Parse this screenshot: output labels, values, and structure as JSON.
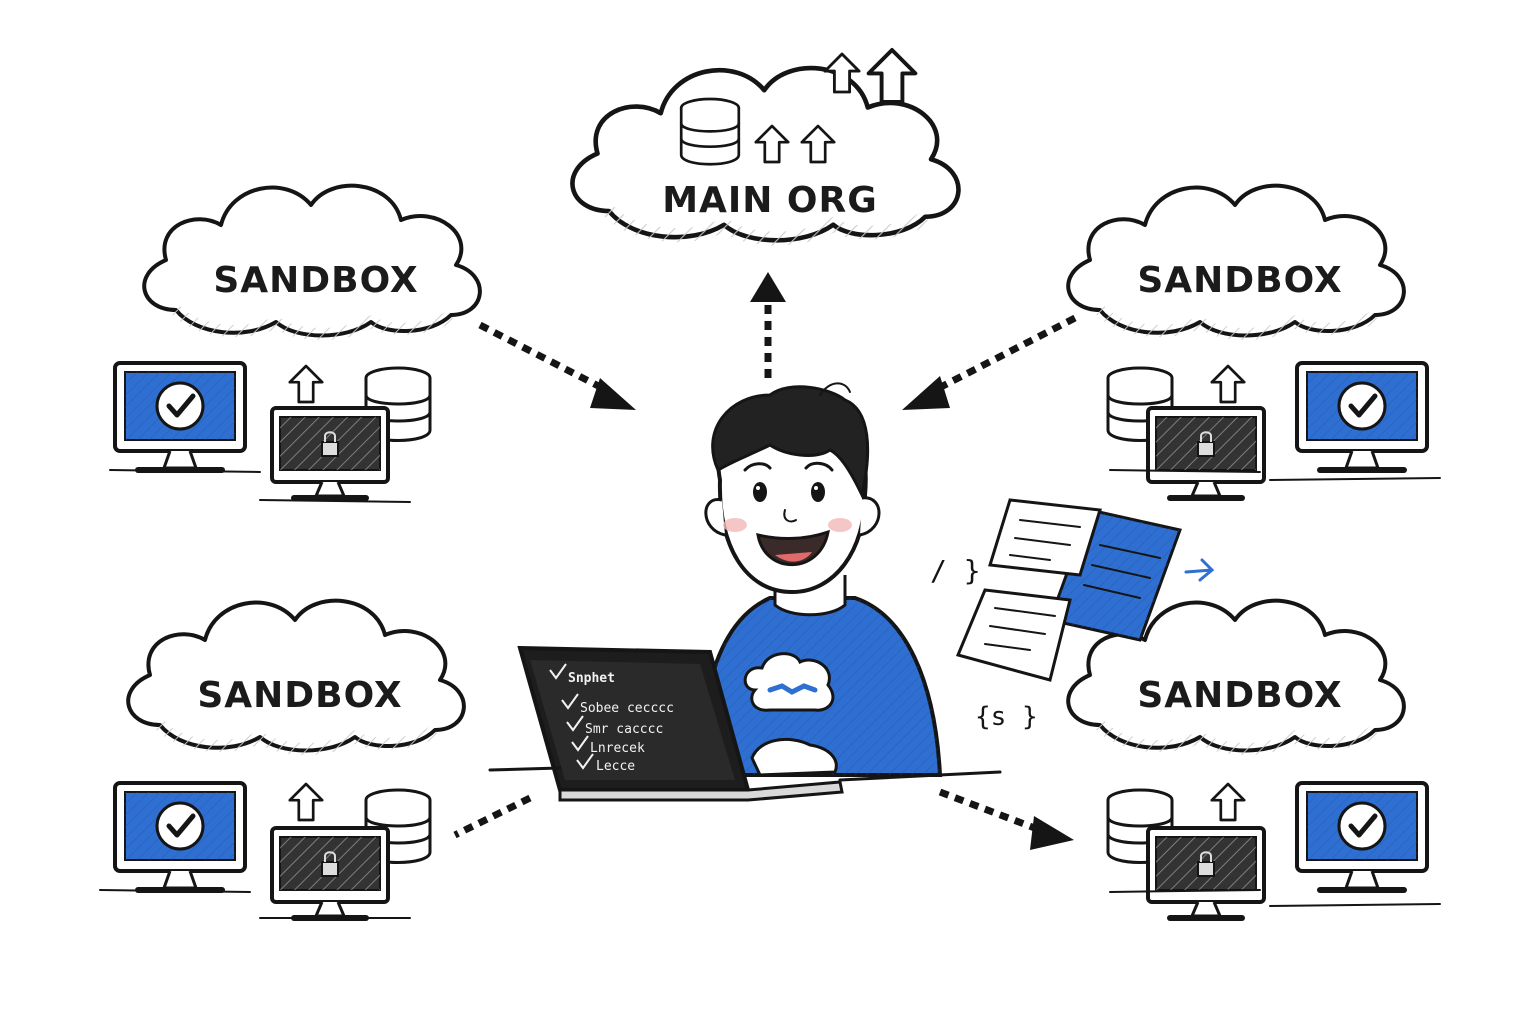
{
  "diagram": {
    "main": {
      "label": "MAIN ORG"
    },
    "sandboxes": [
      {
        "label": "SANDBOX"
      },
      {
        "label": "SANDBOX"
      },
      {
        "label": "SANDBOX"
      },
      {
        "label": "SANDBOX"
      }
    ],
    "laptop": {
      "lines": [
        "Snphet",
        "Sobee cecccc",
        "Smr cacccc",
        "Lnrecek",
        "Lecce"
      ]
    },
    "code_marks": {
      "left": "/ }",
      "bottom": "{s }"
    }
  },
  "colors": {
    "accent": "#2f6fd1",
    "ink": "#151515",
    "shirt": "#2f6fd1",
    "screen": "#2f6fd1"
  },
  "icons": [
    "database-icon",
    "up-arrow-icon",
    "monitor-icon",
    "checkmark-icon",
    "lock-icon",
    "document-icon",
    "cloud-icon"
  ]
}
